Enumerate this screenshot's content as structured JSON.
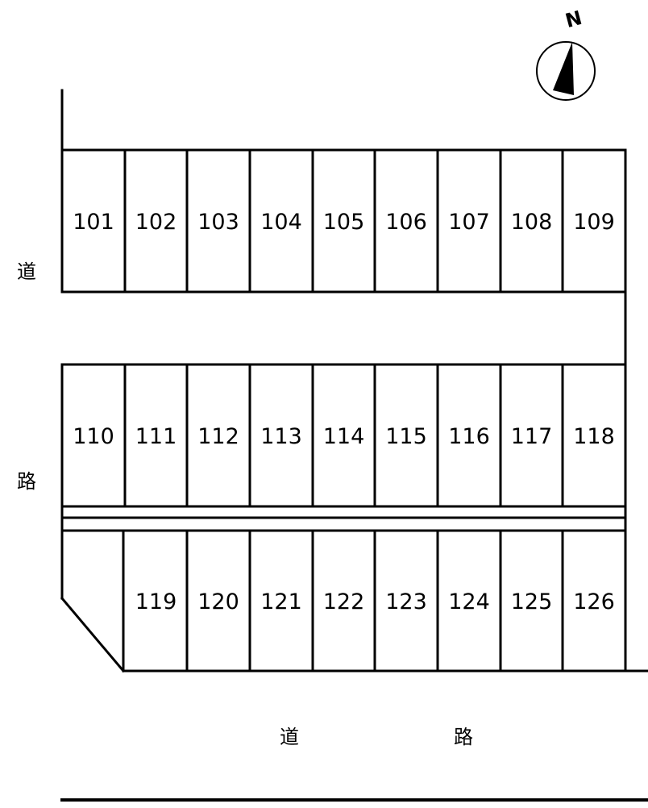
{
  "compass": {
    "label": "N"
  },
  "road_left": {
    "char_top": "道",
    "char_bottom": "路"
  },
  "road_bottom": {
    "char_left": "道",
    "char_right": "路"
  },
  "lots": [
    {
      "id": "101"
    },
    {
      "id": "102"
    },
    {
      "id": "103"
    },
    {
      "id": "104"
    },
    {
      "id": "105"
    },
    {
      "id": "106"
    },
    {
      "id": "107"
    },
    {
      "id": "108"
    },
    {
      "id": "109"
    },
    {
      "id": "110"
    },
    {
      "id": "111"
    },
    {
      "id": "112"
    },
    {
      "id": "113"
    },
    {
      "id": "114"
    },
    {
      "id": "115"
    },
    {
      "id": "116"
    },
    {
      "id": "117"
    },
    {
      "id": "118"
    },
    {
      "id": "119"
    },
    {
      "id": "120"
    },
    {
      "id": "121"
    },
    {
      "id": "122"
    },
    {
      "id": "123"
    },
    {
      "id": "124"
    },
    {
      "id": "125"
    },
    {
      "id": "126"
    }
  ]
}
